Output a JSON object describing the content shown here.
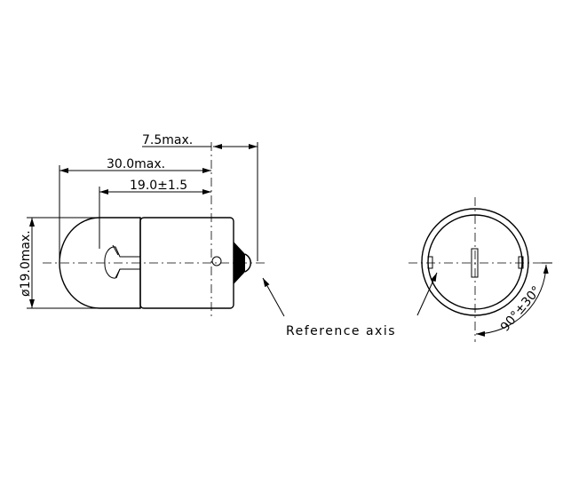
{
  "dimensions": {
    "tip_length": "7.5max.",
    "overall_length": "30.0max.",
    "filament_position": "19.0±1.5",
    "diameter": "ø19.0max."
  },
  "labels": {
    "reference_axis": "Reference axis",
    "angle": "90°±30°"
  }
}
